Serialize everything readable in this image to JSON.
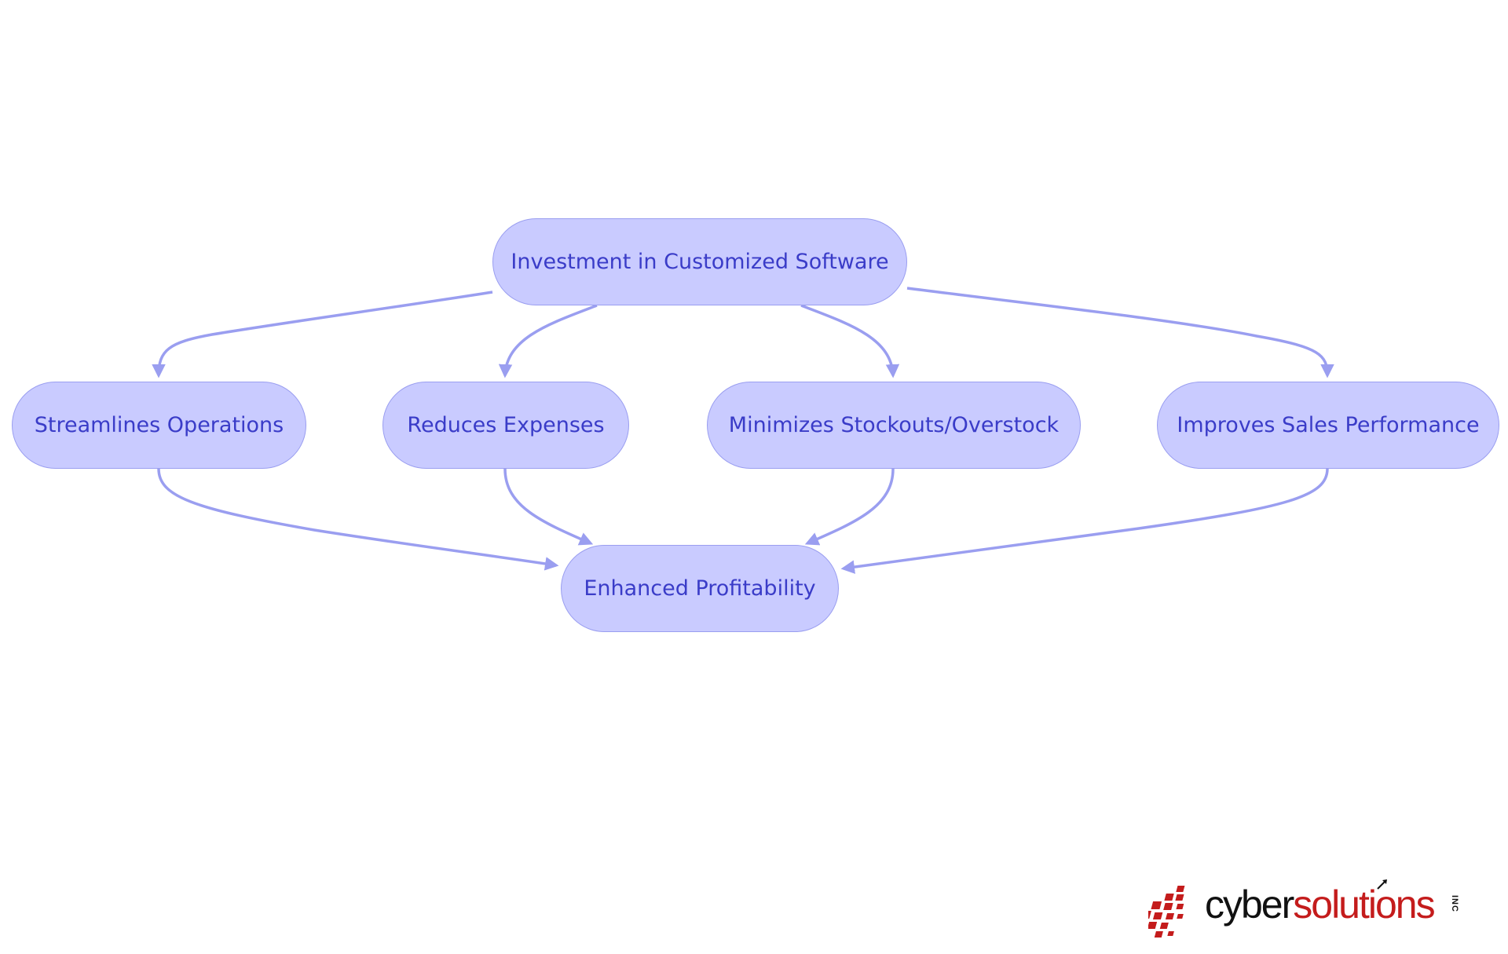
{
  "diagram": {
    "nodes": {
      "root": "Investment in Customized Software",
      "ops": "Streamlines Operations",
      "expenses": "Reduces Expenses",
      "stock": "Minimizes Stockouts/Overstock",
      "sales": "Improves Sales Performance",
      "profit": "Enhanced Profitability"
    },
    "edges": [
      {
        "from": "root",
        "to": "ops"
      },
      {
        "from": "root",
        "to": "expenses"
      },
      {
        "from": "root",
        "to": "stock"
      },
      {
        "from": "root",
        "to": "sales"
      },
      {
        "from": "ops",
        "to": "profit"
      },
      {
        "from": "expenses",
        "to": "profit"
      },
      {
        "from": "stock",
        "to": "profit"
      },
      {
        "from": "sales",
        "to": "profit"
      }
    ],
    "colors": {
      "node_fill": "#c9cbff",
      "node_border": "#9a9ef0",
      "node_text": "#3a3cc8",
      "edge": "#9a9ef0"
    }
  },
  "logo": {
    "word_part1": "cyber",
    "word_part2": "solutions",
    "suffix": "INC",
    "colors": {
      "dark": "#111111",
      "red": "#c41c1c"
    }
  }
}
